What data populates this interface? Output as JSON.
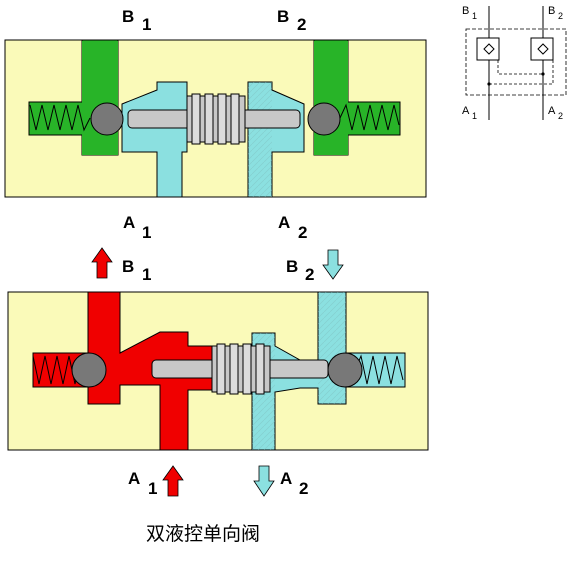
{
  "ports": {
    "b1": "B",
    "b2": "B",
    "a1": "A",
    "a2": "A",
    "sub1": "1",
    "sub2": "2"
  },
  "caption": "双液控单向阀",
  "colors": {
    "body": "#fafab9",
    "green": "#28b428",
    "cyan": "#8be0e0",
    "red": "#f00000",
    "piston": "#c8c8c8",
    "ball": "#787878"
  }
}
